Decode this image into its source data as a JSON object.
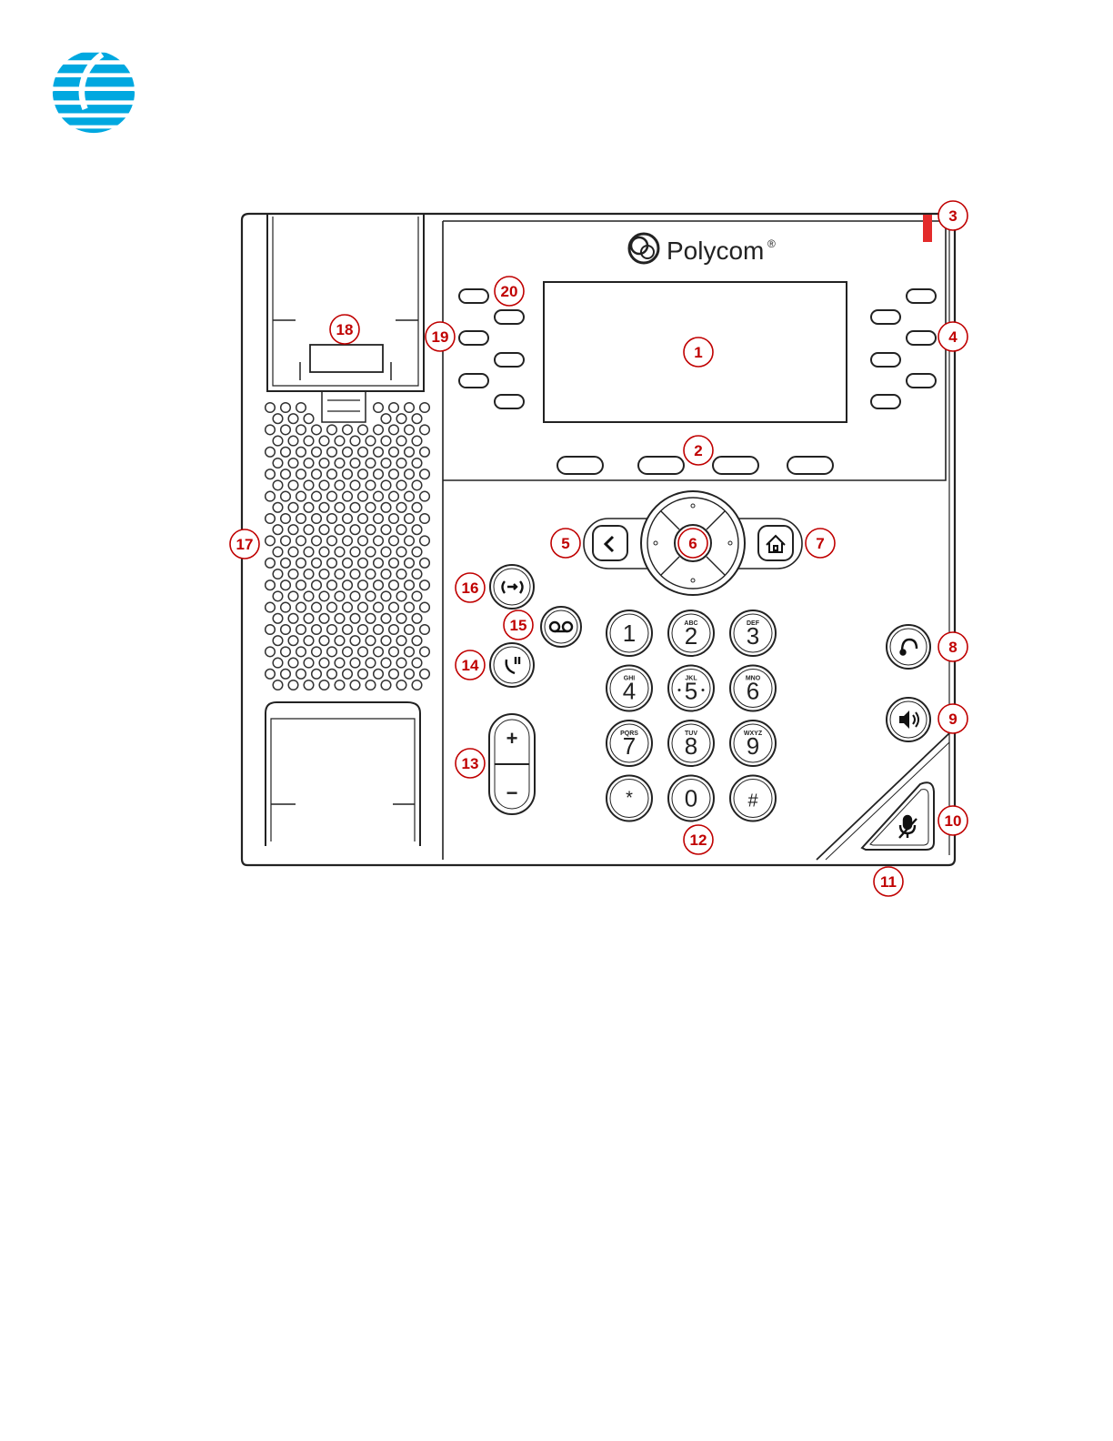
{
  "brand": {
    "logo": "at&t-globe-logo",
    "logo_color": "#00a8e0"
  },
  "device": {
    "brand_label": "Polycom",
    "brand_mark": "®"
  },
  "callout_color": "#c00000",
  "callouts": [
    "1",
    "2",
    "3",
    "4",
    "5",
    "6",
    "7",
    "8",
    "9",
    "10",
    "11",
    "12",
    "13",
    "14",
    "15",
    "16",
    "17",
    "18",
    "19",
    "20"
  ],
  "keypad": [
    {
      "digit": "1",
      "letters": ""
    },
    {
      "digit": "2",
      "letters": "ABC"
    },
    {
      "digit": "3",
      "letters": "DEF"
    },
    {
      "digit": "4",
      "letters": "GHI"
    },
    {
      "digit": "5",
      "letters": "JKL"
    },
    {
      "digit": "6",
      "letters": "MNO"
    },
    {
      "digit": "7",
      "letters": "PQRS"
    },
    {
      "digit": "8",
      "letters": "TUV"
    },
    {
      "digit": "9",
      "letters": "WXYZ"
    },
    {
      "digit": "*",
      "letters": ""
    },
    {
      "digit": "0",
      "letters": ""
    },
    {
      "digit": "#",
      "letters": ""
    }
  ],
  "volume": {
    "plus": "+",
    "minus": "−"
  },
  "icons": {
    "back": "chevron-left-icon",
    "home": "home-icon",
    "transfer": "transfer-icon",
    "messages": "voicemail-icon",
    "hold": "hold-icon",
    "headset": "headset-icon",
    "speaker": "speaker-icon",
    "mute": "mute-mic-icon"
  }
}
